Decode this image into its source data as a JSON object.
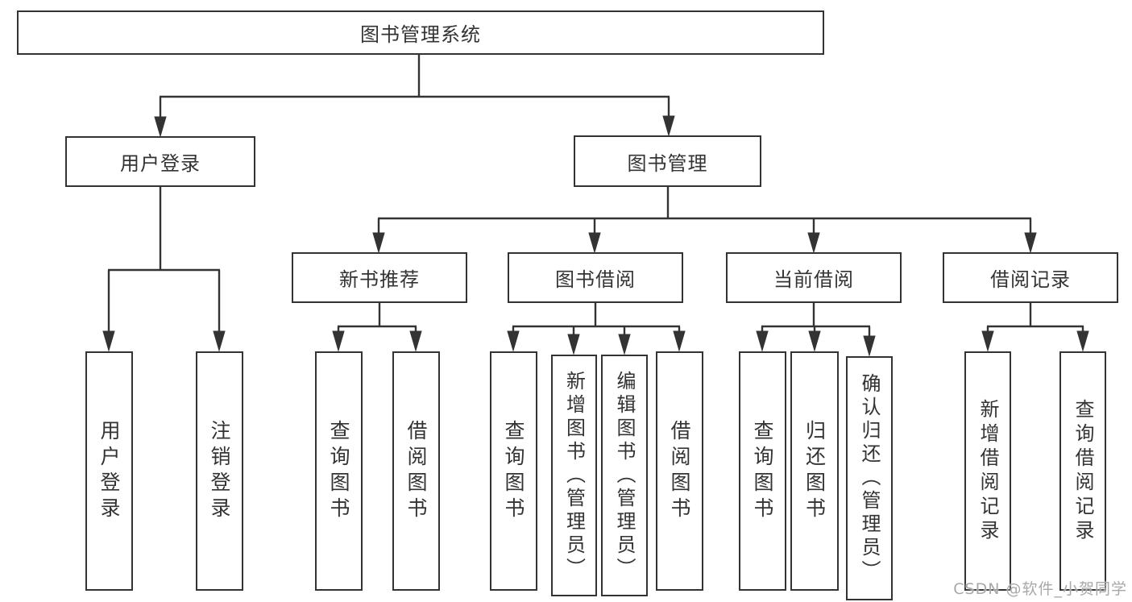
{
  "diagram": {
    "title": "图书管理系统",
    "level2": [
      {
        "label": "用户登录"
      },
      {
        "label": "图书管理"
      }
    ],
    "level3": [
      {
        "label": "新书推荐"
      },
      {
        "label": "图书借阅"
      },
      {
        "label": "当前借阅"
      },
      {
        "label": "借阅记录"
      }
    ],
    "leaves": [
      {
        "label": "用户登录"
      },
      {
        "label": "注销登录"
      },
      {
        "label": "查询图书"
      },
      {
        "label": "借阅图书"
      },
      {
        "label": "查询图书"
      },
      {
        "label": "新增图书（管理员）"
      },
      {
        "label": "编辑图书（管理员）"
      },
      {
        "label": "借阅图书"
      },
      {
        "label": "查询图书"
      },
      {
        "label": "归还图书"
      },
      {
        "label": "确认归还（管理员）"
      },
      {
        "label": "新增借阅记录"
      },
      {
        "label": "查询借阅记录"
      }
    ]
  },
  "watermark": {
    "text": "CSDN @软件_小贺同学"
  },
  "colors": {
    "line": "#333333",
    "box_border": "#333333",
    "text": "#333333",
    "watermark": "#a8a8a8",
    "background": "#ffffff"
  }
}
